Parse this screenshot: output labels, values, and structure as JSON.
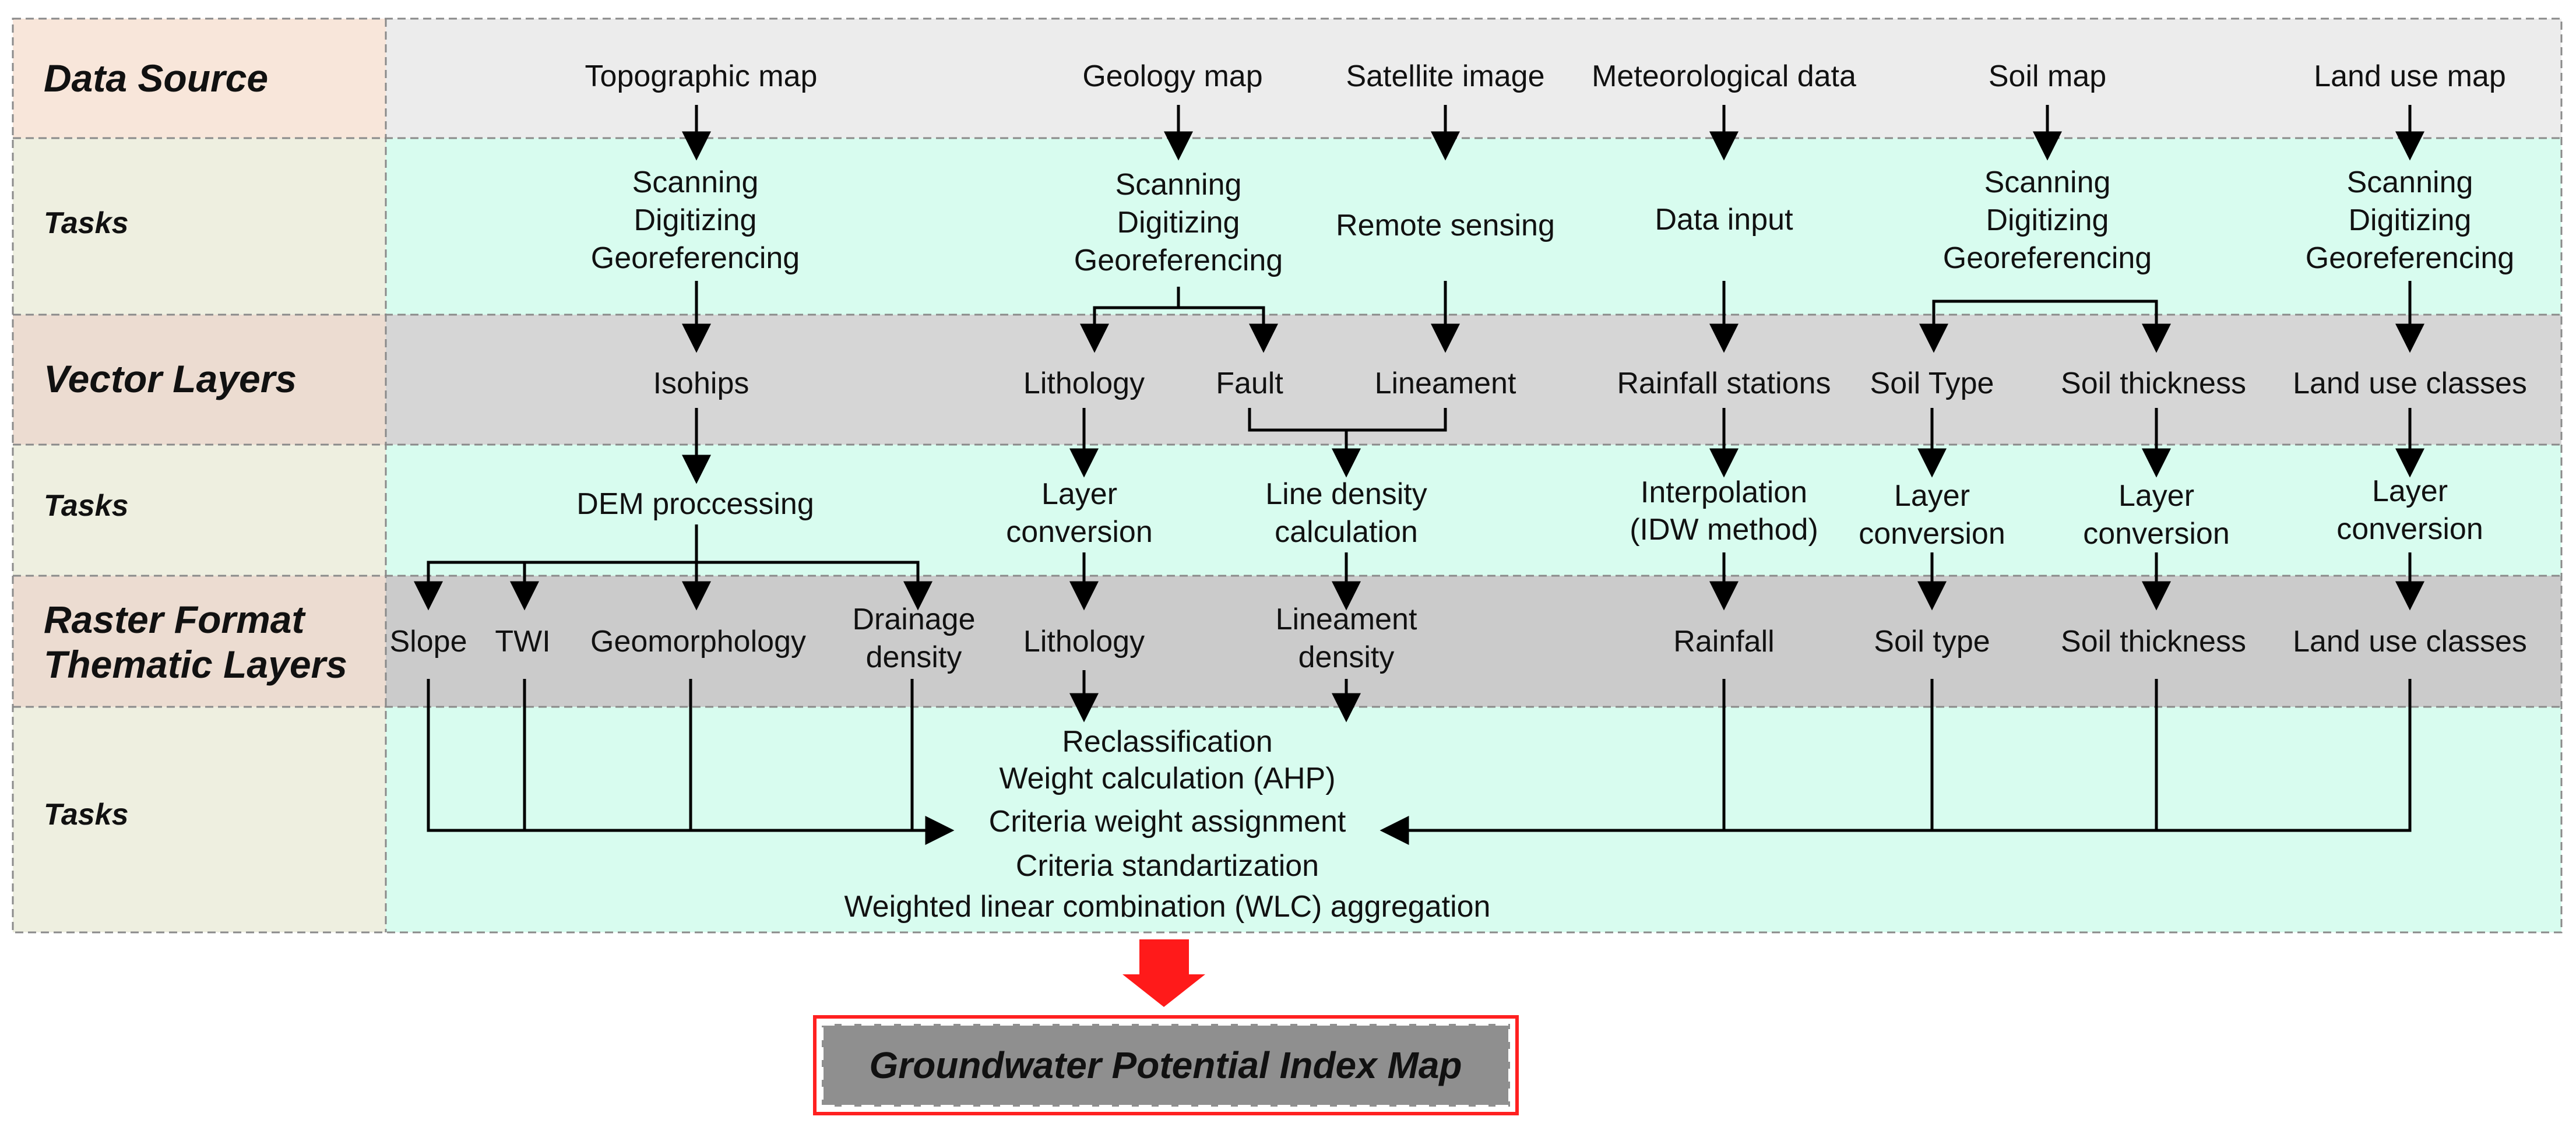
{
  "rows": [
    {
      "key": "data_source",
      "label": "Data Source"
    },
    {
      "key": "tasks1",
      "label": "Tasks"
    },
    {
      "key": "vector",
      "label": "Vector Layers"
    },
    {
      "key": "tasks2",
      "label": "Tasks"
    },
    {
      "key": "raster",
      "label": [
        "Raster Format",
        "Thematic Layers"
      ]
    },
    {
      "key": "tasks3",
      "label": "Tasks"
    }
  ],
  "data_sources": {
    "topo": "Topographic map",
    "geology": "Geology map",
    "satellite": "Satellite image",
    "meteo": "Meteorological data",
    "soil": "Soil map",
    "landuse": "Land use map"
  },
  "tasks1": {
    "topo": [
      "Scanning",
      "Digitizing",
      "Georeferencing"
    ],
    "geology": [
      "Scanning",
      "Digitizing",
      "Georeferencing"
    ],
    "satellite": "Remote sensing",
    "meteo": "Data input",
    "soil": [
      "Scanning",
      "Digitizing",
      "Georeferencing"
    ],
    "landuse": [
      "Scanning",
      "Digitizing",
      "Georeferencing"
    ]
  },
  "vector_layers": {
    "isohips": "Isohips",
    "lithology": "Lithology",
    "fault": "Fault",
    "lineament": "Lineament",
    "rainfall_stations": "Rainfall stations",
    "soil_type": "Soil Type",
    "soil_thickness": "Soil thickness",
    "landuse_classes": "Land use classes"
  },
  "tasks2": {
    "dem": "DEM proccessing",
    "lith_conv": [
      "Layer",
      "conversion"
    ],
    "line_density": [
      "Line density",
      "calculation"
    ],
    "interp": [
      "Interpolation",
      "(IDW method)"
    ],
    "soiltype_conv": [
      "Layer",
      "conversion"
    ],
    "soilthick_conv": [
      "Layer",
      "conversion"
    ],
    "landuse_conv": [
      "Layer",
      "conversion"
    ]
  },
  "raster_layers": {
    "slope": "Slope",
    "twi": "TWI",
    "geomorph": "Geomorphology",
    "drainage": [
      "Drainage",
      "density"
    ],
    "lithology": "Lithology",
    "lineament": [
      "Lineament",
      "density"
    ],
    "rainfall": "Rainfall",
    "soil_type": "Soil type",
    "soil_thickness": "Soil thickness",
    "landuse": "Land use classes"
  },
  "tasks3": [
    "Reclassification",
    "Weight calculation (AHP)",
    "Criteria weight assignment",
    "Criteria standartization",
    "Weighted linear combination (WLC) aggregation"
  ],
  "output": "Groundwater Potential Index Map",
  "colors": {
    "row_data_source_label": "#f8e6da",
    "row_data_source_body": "#ececec",
    "row_tasks_label": "#eeefe0",
    "row_tasks_body": "#d8fcef",
    "row_layer_label": "#ecdcd1",
    "row_vector_body": "#d6d6d6",
    "row_raster_body": "#cbcbcb",
    "output_box_fill": "#8f8f8f",
    "output_border": "#ff2020",
    "output_arrow": "#ff1a1a"
  }
}
